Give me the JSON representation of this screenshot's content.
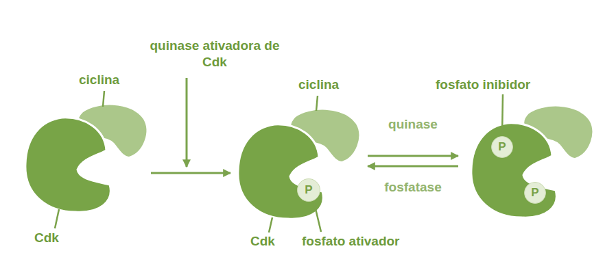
{
  "diagram": {
    "nodes": [
      {
        "text": [
          "ciclina",
          "Cdk"
        ]
      },
      {
        "text": [
          "ciclina",
          "Cdk"
        ]
      },
      {
        "text": [
          "P"
        ],
        "in": 1
      },
      {
        "text": [
          "fosfato inibidor"
        ]
      },
      {
        "text": [
          "P"
        ],
        "in": 3
      },
      {
        "text": [
          "P"
        ],
        "in": 3
      }
    ],
    "edges": [
      {
        "from": 0,
        "to": 1,
        "arrow": "to"
      },
      {
        "from": 1,
        "to": 3,
        "label": "quinase",
        "arrow": "to"
      },
      {
        "from": 3,
        "to": 1,
        "label": "fosfatase",
        "arrow": "to"
      }
    ],
    "labels": [
      "quinase ativadora de Cdk",
      "fosfato ativador"
    ]
  }
}
